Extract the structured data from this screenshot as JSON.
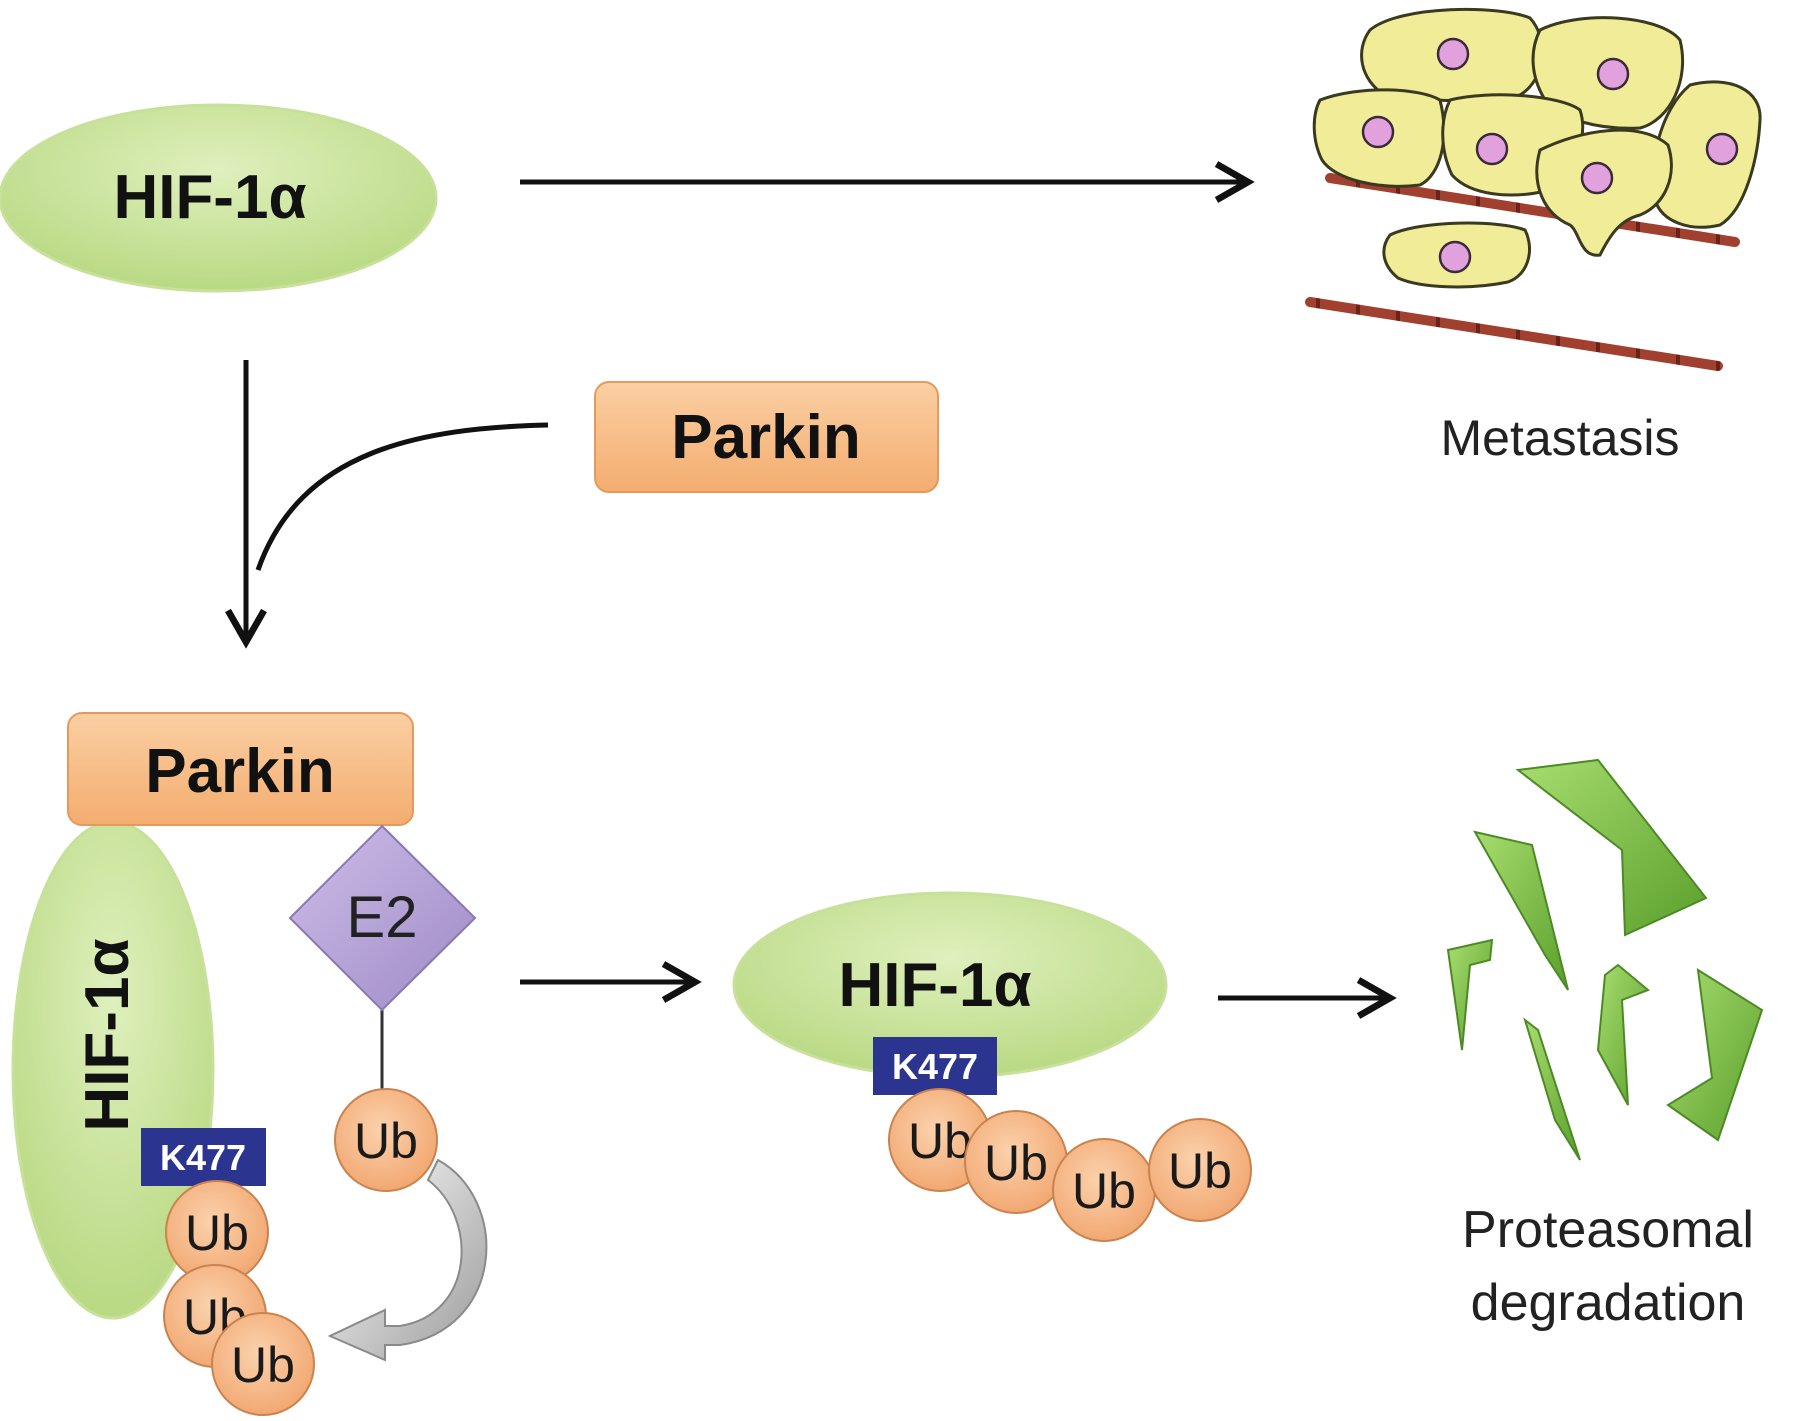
{
  "labels": {
    "hif_top": "HIF-1α",
    "parkin_top": "Parkin",
    "metastasis": "Metastasis",
    "parkin_complex": "Parkin",
    "hif_complex": "HIF-1α",
    "e2": "E2",
    "k477_complex": "K477",
    "hif_tagged": "HIF-1α",
    "k477_tagged": "K477",
    "ub": "Ub",
    "proteasomal_line1": "Proteasomal",
    "proteasomal_line2": "degradation"
  },
  "colors": {
    "hif_green": "#cfe6a2",
    "parkin_orange": "#f8bf8c",
    "e2_purple": "#b8a6d8",
    "ub_orange": "#f7b98c",
    "k477_blue": "#2b3590",
    "cell_yellow": "#f2ee9a",
    "nucleus_pink": "#dd9ad6",
    "fiber_red": "#9b3a2c",
    "fragment_green": "#7fc24a"
  },
  "icons": {
    "metastasis": "cancer-cell-cluster-icon",
    "degradation": "protein-fragments-icon"
  }
}
